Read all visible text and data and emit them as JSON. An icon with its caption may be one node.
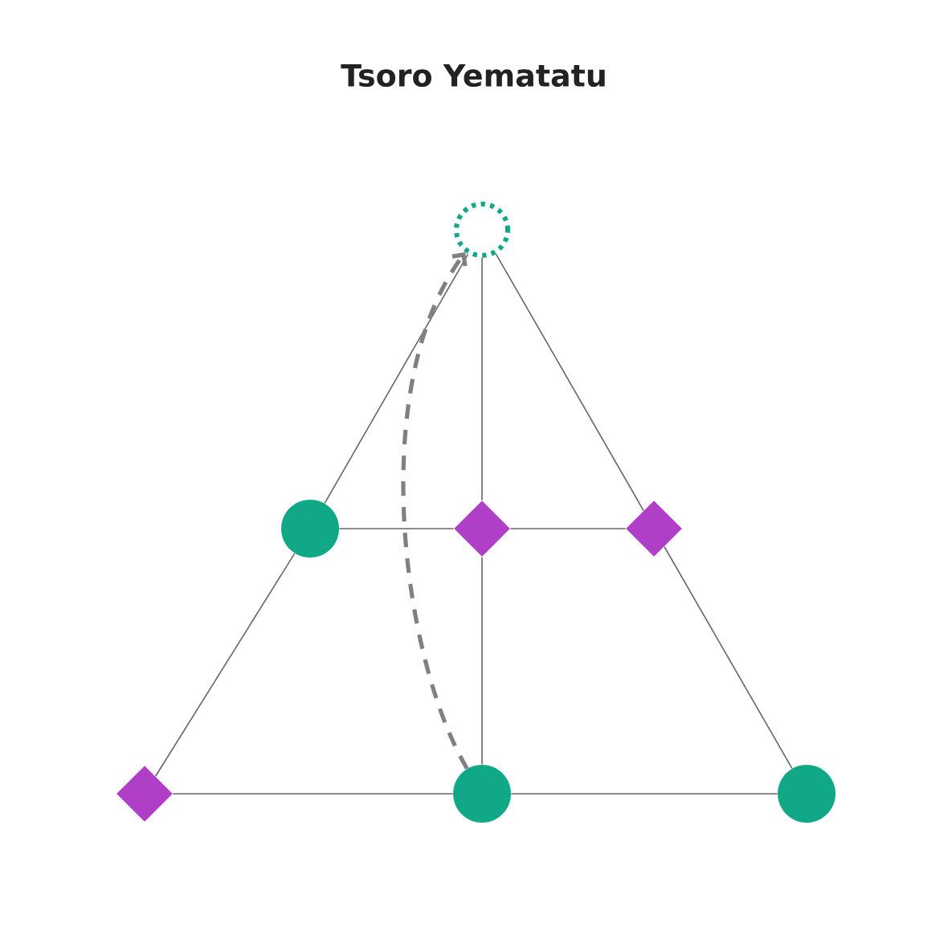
{
  "diagram": {
    "title": "Tsoro Yematatu",
    "nodes": [
      {
        "text": [],
        "shape": "circle"
      },
      {
        "text": [],
        "shape": "circle"
      },
      {
        "text": [],
        "shape": "diamond"
      },
      {
        "text": [],
        "shape": "diamond"
      },
      {
        "text": [],
        "shape": "diamond"
      },
      {
        "text": [],
        "shape": "circle"
      },
      {
        "text": [],
        "shape": "circle"
      }
    ],
    "edges": [
      {
        "from": 0,
        "to": 1,
        "arrow": "none"
      },
      {
        "from": 0,
        "to": 2,
        "arrow": "none"
      },
      {
        "from": 0,
        "to": 3,
        "arrow": "none"
      },
      {
        "from": 1,
        "to": 2,
        "arrow": "none"
      },
      {
        "from": 2,
        "to": 3,
        "arrow": "none"
      },
      {
        "from": 1,
        "to": 4,
        "arrow": "none"
      },
      {
        "from": 2,
        "to": 5,
        "arrow": "none"
      },
      {
        "from": 3,
        "to": 6,
        "arrow": "none"
      },
      {
        "from": 4,
        "to": 5,
        "arrow": "none"
      },
      {
        "from": 5,
        "to": 6,
        "arrow": "none"
      },
      {
        "from": 5,
        "to": 0,
        "arrow": "to",
        "style": "dashed",
        "color": "#808080"
      }
    ]
  }
}
